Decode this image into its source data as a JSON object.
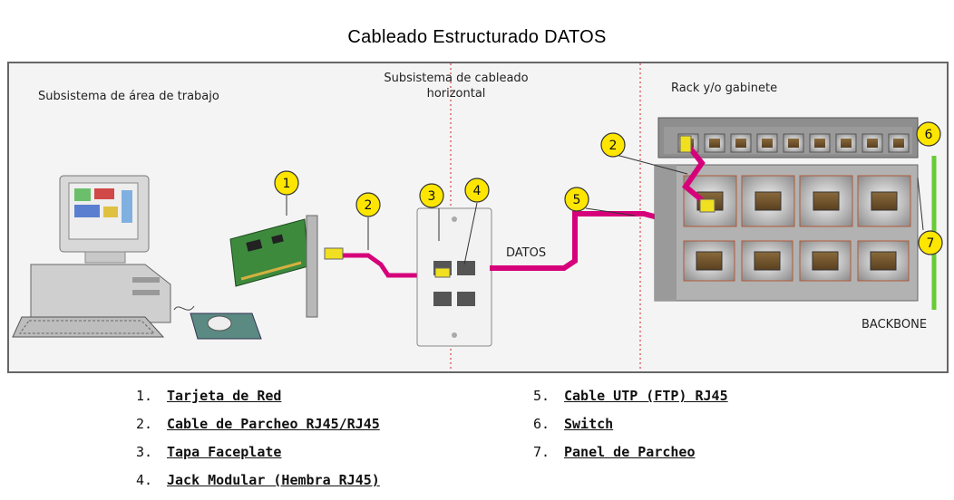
{
  "title": "Cableado Estructurado DATOS",
  "subsystems": {
    "work_area": "Subsistema de área de trabajo",
    "horizontal_line1": "Subsistema de cableado",
    "horizontal_line2": "horizontal",
    "rack": "Rack y/o gabinete"
  },
  "labels": {
    "datos": "DATOS",
    "backbone": "BACKBONE"
  },
  "callouts": [
    "1",
    "2",
    "3",
    "4",
    "5",
    "2",
    "6",
    "7"
  ],
  "legend": [
    {
      "num": "1.",
      "label": "Tarjeta de Red"
    },
    {
      "num": "2.",
      "label": "Cable de Parcheo RJ45/RJ45"
    },
    {
      "num": "3.",
      "label": "Tapa Faceplate"
    },
    {
      "num": "4.",
      "label": "Jack Modular (Hembra RJ45)"
    },
    {
      "num": "5.",
      "label": "Cable UTP (FTP) RJ45"
    },
    {
      "num": "6.",
      "label": "Switch"
    },
    {
      "num": "7.",
      "label": "Panel de Parcheo"
    }
  ],
  "colors": {
    "cable": "#d6007a",
    "callout_fill": "#ffe600",
    "backbone": "#66cc33",
    "divider": "#d42020"
  }
}
